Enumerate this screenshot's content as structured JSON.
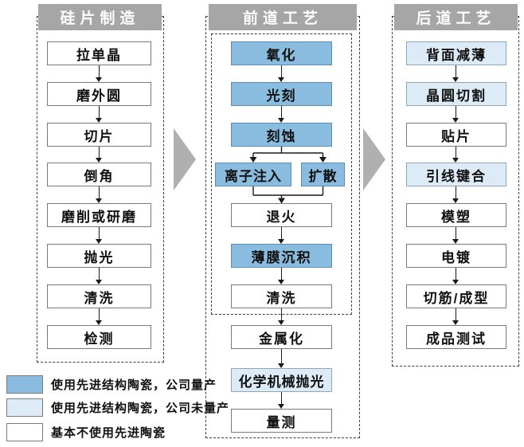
{
  "columns": [
    {
      "header": "硅片制造",
      "steps": [
        {
          "label": "拉单晶",
          "fill": "none"
        },
        {
          "label": "磨外圆",
          "fill": "none"
        },
        {
          "label": "切片",
          "fill": "none"
        },
        {
          "label": "倒角",
          "fill": "none"
        },
        {
          "label": "磨削或研磨",
          "fill": "none"
        },
        {
          "label": "抛光",
          "fill": "none"
        },
        {
          "label": "清洗",
          "fill": "none"
        },
        {
          "label": "检测",
          "fill": "none"
        }
      ]
    },
    {
      "header": "前道工艺",
      "steps": [
        {
          "label": "氧化",
          "fill": "mass_production"
        },
        {
          "label": "光刻",
          "fill": "mass_production"
        },
        {
          "label": "刻蚀",
          "fill": "mass_production"
        },
        {
          "label": "离子注入",
          "fill": "mass_production"
        },
        {
          "label": "扩散",
          "fill": "mass_production"
        },
        {
          "label": "退火",
          "fill": "none"
        },
        {
          "label": "薄膜沉积",
          "fill": "mass_production"
        },
        {
          "label": "清洗",
          "fill": "none"
        },
        {
          "label": "金属化",
          "fill": "none"
        },
        {
          "label": "化学机械抛光",
          "fill": "pre_mass_production"
        },
        {
          "label": "量测",
          "fill": "none"
        }
      ]
    },
    {
      "header": "后道工艺",
      "steps": [
        {
          "label": "背面减薄",
          "fill": "pre_mass_production"
        },
        {
          "label": "晶圆切割",
          "fill": "pre_mass_production"
        },
        {
          "label": "贴片",
          "fill": "none"
        },
        {
          "label": "引线键合",
          "fill": "pre_mass_production"
        },
        {
          "label": "模塑",
          "fill": "none"
        },
        {
          "label": "电镀",
          "fill": "none"
        },
        {
          "label": "切筋/成型",
          "fill": "none"
        },
        {
          "label": "成品测试",
          "fill": "none"
        }
      ]
    }
  ],
  "legend": {
    "items": [
      {
        "label": "使用先进结构陶瓷，公司量产",
        "fill": "mass_production",
        "color": "#8abce0"
      },
      {
        "label": "使用先进结构陶瓷，公司未量产",
        "fill": "pre_mass_production",
        "color": "#dcebf5"
      },
      {
        "label": "基本不使用先进陶瓷",
        "fill": "none",
        "color": "#ffffff"
      }
    ]
  },
  "colors": {
    "header_bg": "#a6a6a6",
    "header_text": "#fdfdfd",
    "mass_production_fill": "#8abce0",
    "pre_mass_production_fill": "#dcebf5",
    "no_ceramic_fill": "#ffffff",
    "box_border": "#7a7a7a",
    "connector": "#1a1a1a",
    "transition_arrow": "#b0b0b0"
  },
  "icons": {
    "column_transition": "right-pointing-triangle",
    "step_connector": "down-arrow"
  }
}
